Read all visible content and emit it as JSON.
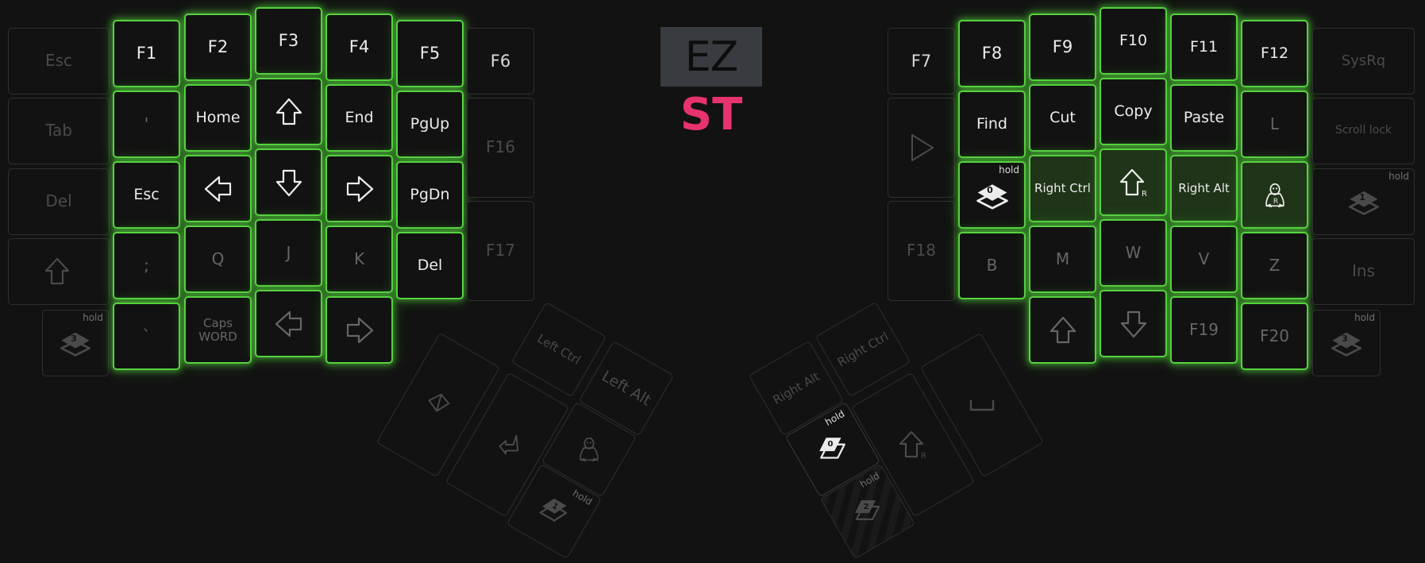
{
  "logo": {
    "line1": "EZ",
    "line2": "ST"
  },
  "hold_label": "hold",
  "colors": {
    "background": "#121212",
    "active_outline": "#56d23f",
    "modifier_fill": "#1f3418",
    "logo_accent": "#e7336d"
  },
  "left": {
    "outer_col": [
      "Esc",
      "Tab",
      "Del",
      "left-shift-icon",
      "layer-3-hold-icon"
    ],
    "num_row": [
      "F1",
      "F2",
      "F3",
      "F4",
      "F5",
      "F6"
    ],
    "row1": [
      "'",
      "Home",
      "up-arrow-icon",
      "End",
      "PgUp",
      "F16"
    ],
    "row2": [
      "Esc",
      "left-arrow-icon",
      "down-arrow-icon",
      "right-arrow-icon",
      "PgDn"
    ],
    "row3": [
      ";",
      "Q",
      "J",
      "K",
      "Del",
      "F17"
    ],
    "bottom_row": [
      "`",
      "Caps WORD",
      "left-arrow-icon",
      "right-arrow-icon"
    ]
  },
  "right": {
    "num_row": [
      "F7",
      "F8",
      "F9",
      "F10",
      "F11",
      "F12",
      "SysRq"
    ],
    "row1": [
      "play-icon",
      "Find",
      "Cut",
      "Copy",
      "Paste",
      "L",
      "Scroll lock"
    ],
    "row2": [
      "layer-0-hold-icon",
      "Right Ctrl",
      "right-shift-icon",
      "Right Alt",
      "linux-icon",
      "layer-1-hold-icon"
    ],
    "row3": [
      "F18",
      "B",
      "M",
      "W",
      "V",
      "Z",
      "Ins"
    ],
    "bottom_row": [
      "up-arrow-icon",
      "down-arrow-icon",
      "F19",
      "F20",
      "layer-3-hold-icon"
    ]
  },
  "thumbs": {
    "left": [
      "cube-icon",
      "enter-icon",
      "Left Ctrl",
      "Left Alt",
      "linux-icon",
      "layer-1-hold-icon"
    ],
    "right": [
      "Right Alt",
      "Right Ctrl",
      "layer-0-hold-icon",
      "right-shift-icon",
      "space-icon",
      "layer-2-hold-icon"
    ]
  }
}
